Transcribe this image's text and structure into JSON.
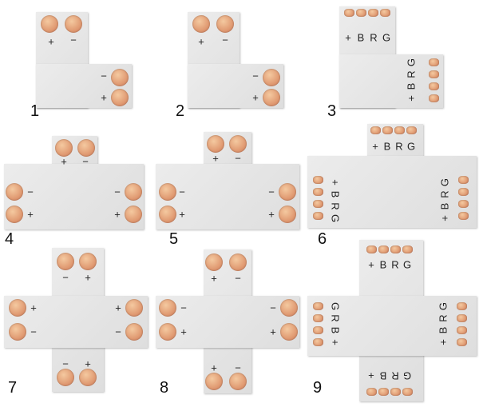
{
  "connectors": [
    {
      "number": "1",
      "pin_labels": [
        "+",
        "−",
        "−",
        "+"
      ]
    },
    {
      "number": "2",
      "pin_labels": [
        "+",
        "−",
        "−",
        "+"
      ]
    },
    {
      "number": "3",
      "pin_labels": [
        "+",
        "B",
        "R",
        "G",
        "G",
        "R",
        "B",
        "+"
      ]
    },
    {
      "number": "4",
      "pin_labels": [
        "+",
        "−",
        "−",
        "+",
        "−",
        "+"
      ]
    },
    {
      "number": "5",
      "pin_labels": [
        "+",
        "−",
        "−",
        "+",
        "−",
        "+"
      ]
    },
    {
      "number": "6",
      "pin_labels": [
        "+",
        "B",
        "R",
        "G",
        "+",
        "B",
        "R",
        "G",
        "G",
        "R",
        "B",
        "+"
      ]
    },
    {
      "number": "7",
      "pin_labels": [
        "−",
        "+",
        "+",
        "−",
        "+",
        "−",
        "−",
        "+"
      ]
    },
    {
      "number": "8",
      "pin_labels": [
        "+",
        "−",
        "−",
        "+",
        "−",
        "+",
        "+",
        "−"
      ]
    },
    {
      "number": "9",
      "pin_labels": [
        "+",
        "B",
        "R",
        "G",
        "G",
        "R",
        "B",
        "+",
        "+",
        "B",
        "R",
        "G",
        "G",
        "R",
        "B",
        "+"
      ]
    }
  ]
}
